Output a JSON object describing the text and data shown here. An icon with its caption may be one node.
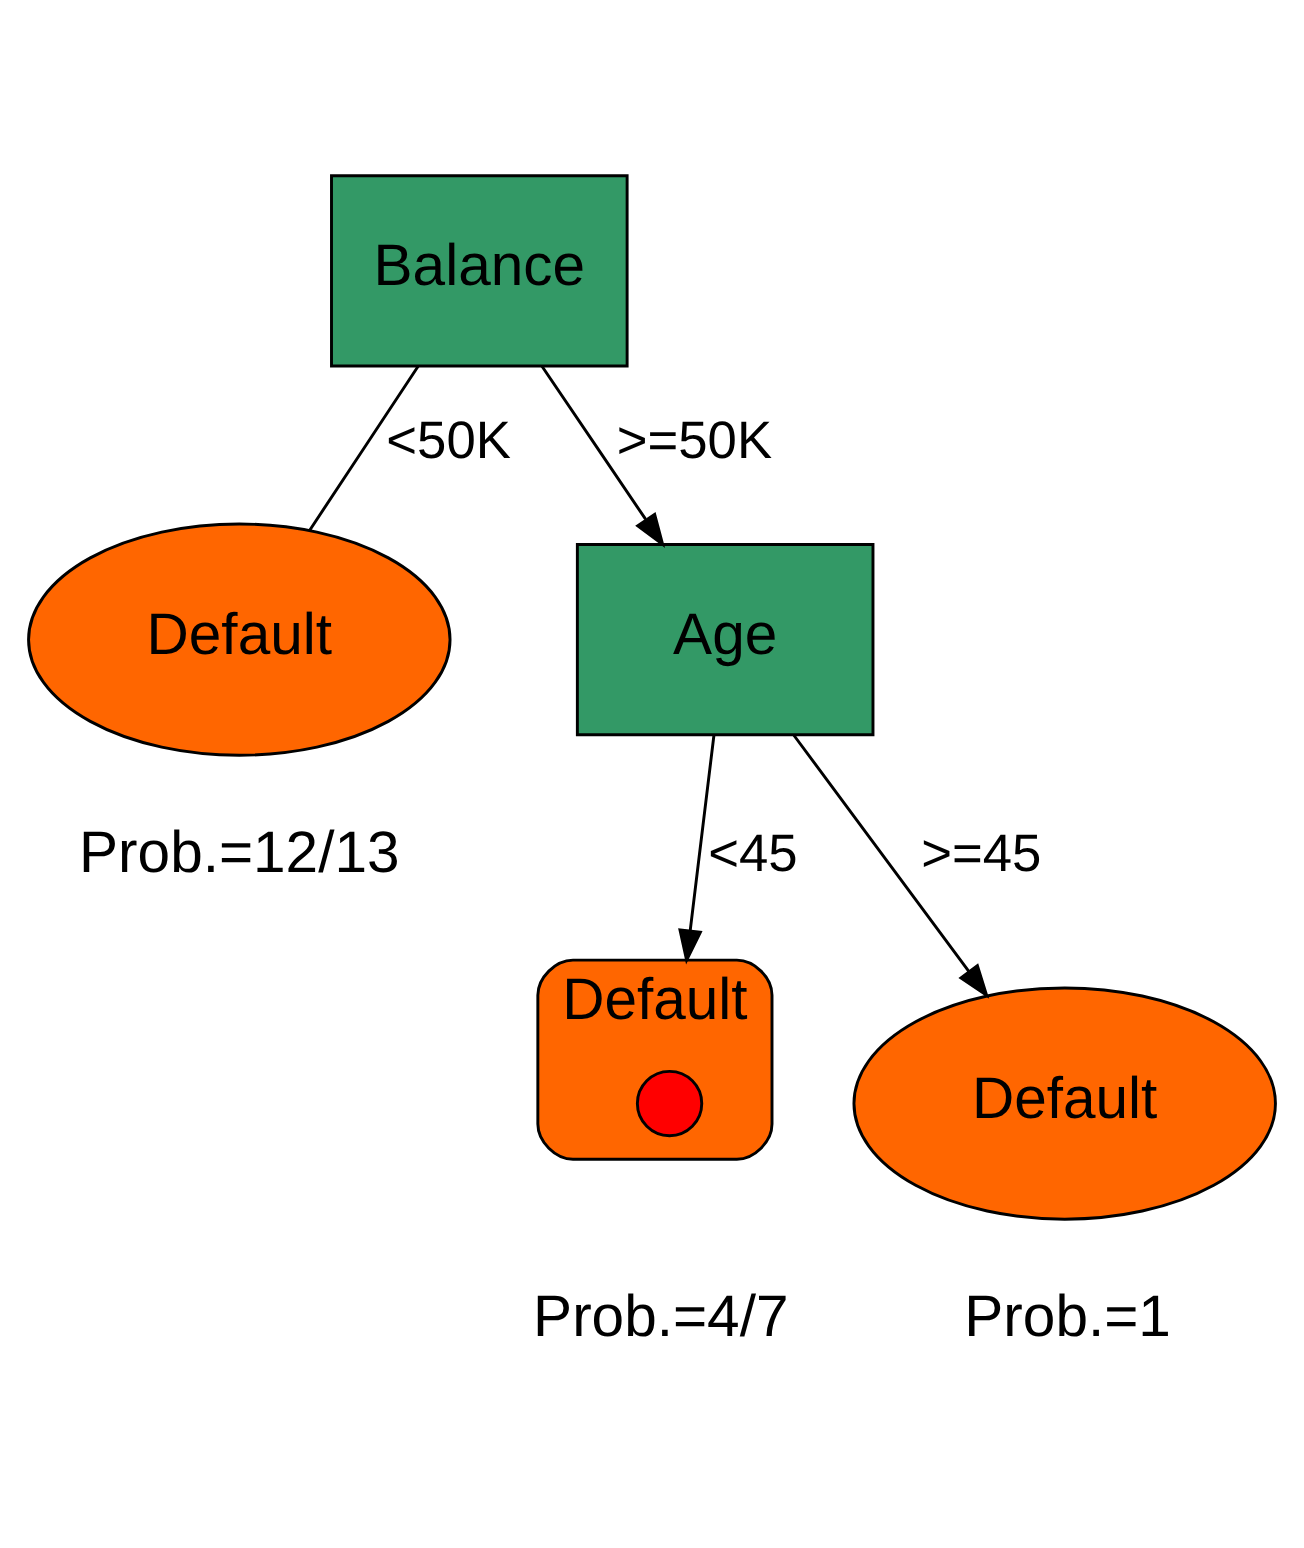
{
  "diagram": {
    "nodes": [
      {
        "text": [
          "Balance"
        ]
      },
      {
        "text": [
          "Default"
        ],
        "beside": [
          "Prob.=12/13"
        ]
      },
      {
        "text": [
          "Age"
        ]
      },
      {
        "text": [
          "Default"
        ],
        "beside": [
          "Prob.=4/7"
        ]
      },
      {
        "text": [],
        "shape": "circle",
        "in": 3
      },
      {
        "text": [
          "Default"
        ],
        "beside": [
          "Prob.=1"
        ]
      }
    ],
    "edges": [
      {
        "from": 0,
        "to": 1,
        "arrow": "none",
        "label": "<50K"
      },
      {
        "from": 0,
        "to": 2,
        "arrow": "to",
        "label": ">=50K"
      },
      {
        "from": 2,
        "to": 3,
        "arrow": "to",
        "label": "<45"
      },
      {
        "from": 2,
        "to": 5,
        "arrow": "to",
        "label": ">=45"
      }
    ]
  }
}
